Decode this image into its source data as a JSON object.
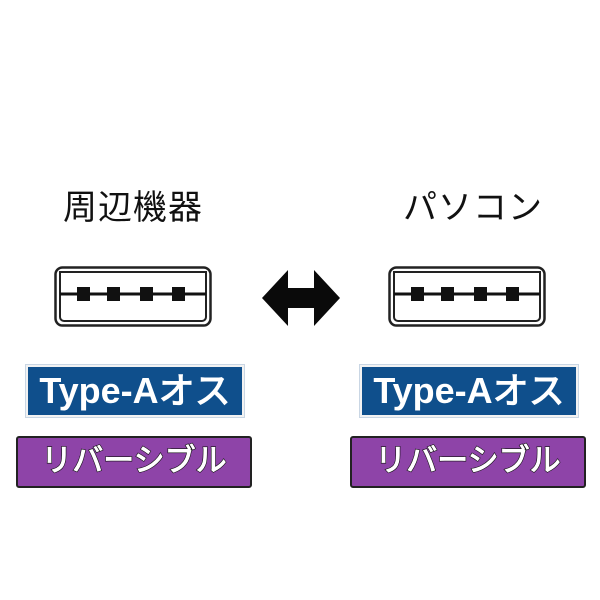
{
  "left": {
    "label": "周辺機器",
    "type_badge": "Type-Aオス",
    "reversible_badge": "リバーシブル"
  },
  "right": {
    "label": "パソコン",
    "type_badge": "Type-Aオス",
    "reversible_badge": "リバーシブル"
  },
  "connector_icon": "usb-type-a-port-icon",
  "arrow_icon": "double-arrow-icon",
  "colors": {
    "type_badge": "#0f4f8c",
    "reversible_badge": "#8e44a8",
    "text": "#111111",
    "background": "#ffffff"
  }
}
